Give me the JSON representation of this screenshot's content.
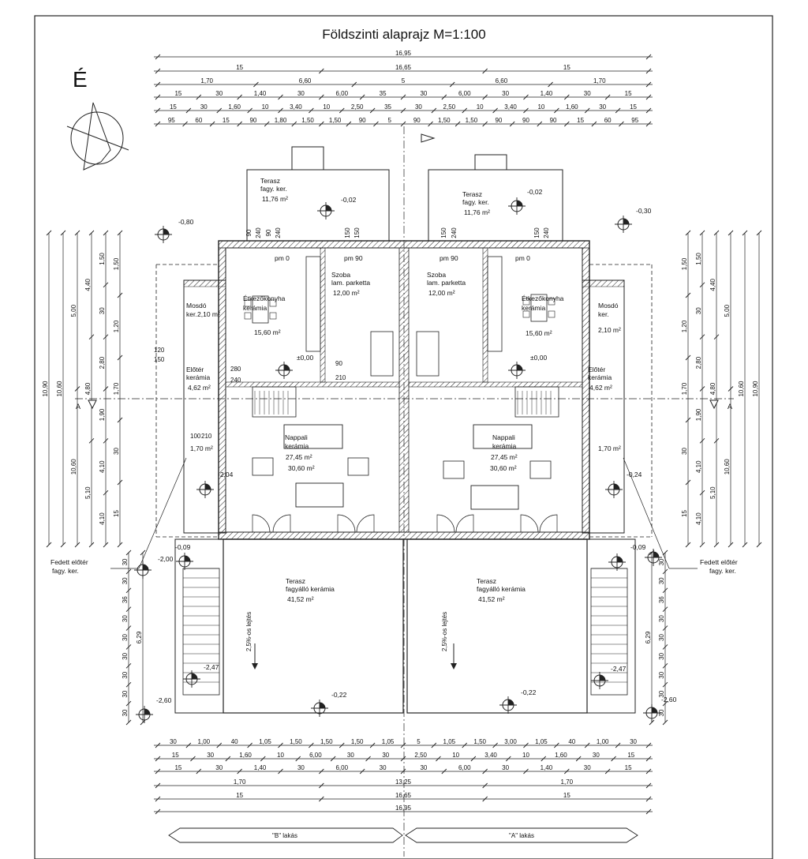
{
  "title": "Földszinti alaprajz  M=1:100",
  "north_label": "É",
  "section_marker": "A",
  "top_dims": {
    "row1": "16,95",
    "row2": [
      "15",
      "16,65",
      "15"
    ],
    "row3": [
      "1,70",
      "6,60",
      "5",
      "6,60",
      "1,70"
    ],
    "row4": [
      "15",
      "30",
      "1,40",
      "30",
      "6,00",
      "35",
      "30",
      "6,00",
      "30",
      "1,40",
      "30",
      "15"
    ],
    "row5": [
      "15",
      "30",
      "1,60",
      "10",
      "3,40",
      "10",
      "2,50",
      "35",
      "30",
      "2,50",
      "10",
      "3,40",
      "10",
      "1,60",
      "30",
      "15"
    ],
    "row6": [
      "95",
      "60",
      "15",
      "90",
      "1,80",
      "1,50",
      "1,50",
      "90",
      "5",
      "90",
      "1,50",
      "1,50",
      "90",
      "90",
      "90",
      "15",
      "60",
      "95"
    ]
  },
  "bottom_dims": {
    "row1": [
      "30",
      "1,00",
      "40",
      "1,05",
      "1,50",
      "1,50",
      "1,50",
      "1,05",
      "5",
      "1,05",
      "1,50",
      "3,00",
      "1,05",
      "40",
      "1,00",
      "30"
    ],
    "row2": [
      "15",
      "30",
      "1,60",
      "10",
      "6,00",
      "30",
      "30",
      "2,50",
      "10",
      "3,40",
      "10",
      "1,60",
      "30",
      "15"
    ],
    "row3": [
      "15",
      "30",
      "1,40",
      "30",
      "6,00",
      "30",
      "30",
      "6,00",
      "30",
      "1,40",
      "30",
      "15"
    ],
    "row4": [
      "1,70",
      "13,25",
      "1,70"
    ],
    "row5": [
      "15",
      "16,65",
      "15"
    ],
    "row6": "16,95"
  },
  "side_dims_left": [
    "10,90",
    "10,60",
    "5,00",
    "4,40",
    "4,80",
    "2,80",
    "1,90",
    "1,50",
    "1,50",
    "30",
    "10,60",
    "5,10",
    "4,10",
    "4,10",
    "1,20",
    "1,70",
    "30",
    "15"
  ],
  "side_dims_right": [
    "10,90",
    "10,60",
    "5,00",
    "4,40",
    "4,80",
    "2,80",
    "1,90",
    "1,50",
    "1,50",
    "30",
    "10,60",
    "5,10",
    "4,10",
    "4,10",
    "1,20",
    "1,70",
    "30",
    "15"
  ],
  "stair_dims_left": [
    "30",
    "30",
    "36",
    "30",
    "30",
    "30",
    "30",
    "30",
    "30",
    "6,29"
  ],
  "stair_dims_right": [
    "30",
    "30",
    "36",
    "30",
    "30",
    "30",
    "30",
    "30",
    "30",
    "6,29"
  ],
  "levels": {
    "terrace_top_left": "-0,02",
    "terrace_top_right": "-0,02",
    "outer_left": "-0,80",
    "outer_right": "-0,30",
    "floor_left": "±0,00",
    "floor_right": "±0,00",
    "entry_left": "-0,09",
    "entry_right": "-0,09",
    "side_left": "-2,00",
    "side_right": "-0,24",
    "stair_left_top": "-2,47",
    "stair_right_top": "-2,47",
    "stair_left_bottom": "-2,60",
    "stair_right_bottom": "-2,60",
    "big_terrace_left": "-0,22",
    "big_terrace_right": "-0,22",
    "small_left": "-2,04"
  },
  "rooms_left": {
    "terasz_top": {
      "name": "Terasz",
      "finish": "fagy. ker.",
      "area": "11,76 m²"
    },
    "etkezo": {
      "name": "Étkezőkonyha",
      "finish": "kerámia",
      "area": "15,60 m²"
    },
    "szoba": {
      "name": "Szoba",
      "finish": "lam. parketta",
      "area": "12,00 m²"
    },
    "mosdo": {
      "name": "Mosdó",
      "finish": "ker.",
      "area": "2,10 m²"
    },
    "eloter": {
      "name": "Előtér",
      "finish": "kerámia",
      "area": "4,62 m²"
    },
    "nappali": {
      "name": "Nappali",
      "finish": "kerámia",
      "area": "27,45 m²",
      "area2": "30,60 m²"
    },
    "fedett": {
      "area": "1,70 m²"
    },
    "terasz_big": {
      "name": "Terasz",
      "finish": "fagyálló kerámia",
      "area": "41,52 m²"
    }
  },
  "rooms_right": {
    "terasz_top": {
      "name": "Terasz",
      "finish": "fagy. ker.",
      "area": "11,76 m²"
    },
    "etkezo": {
      "name": "Étkezőkonyha",
      "finish": "kerámia",
      "area": "15,60 m²"
    },
    "szoba": {
      "name": "Szoba",
      "finish": "lam. parketta",
      "area": "12,00 m²"
    },
    "mosdo": {
      "name": "Mosdó",
      "finish": "ker.",
      "area": "2,10 m²"
    },
    "eloter": {
      "name": "Előtér",
      "finish": "kerámia",
      "area": "4,62 m²"
    },
    "nappali": {
      "name": "Nappali",
      "finish": "kerámia",
      "area": "27,45 m²",
      "area2": "30,60 m²"
    },
    "fedett": {
      "area": "1,70 m²"
    },
    "terasz_big": {
      "name": "Terasz",
      "finish": "fagyálló kerámia",
      "area": "41,52 m²"
    }
  },
  "callout_left": [
    "Fedett előtér",
    "fagy. ker."
  ],
  "callout_right": [
    "Fedett előtér",
    "fagy. ker."
  ],
  "slope_label": "2,5%-os lejtés",
  "pm": {
    "pm0": "pm 0",
    "pm90": "pm 90"
  },
  "window_tags": [
    "90",
    "240",
    "90",
    "240",
    "150",
    "150",
    "150",
    "240",
    "150",
    "240",
    "120",
    "150",
    "280",
    "240",
    "90",
    "210",
    "100",
    "210"
  ],
  "unit_labels": {
    "left": "\"B\" lakás",
    "right": "\"A\" lakás"
  }
}
